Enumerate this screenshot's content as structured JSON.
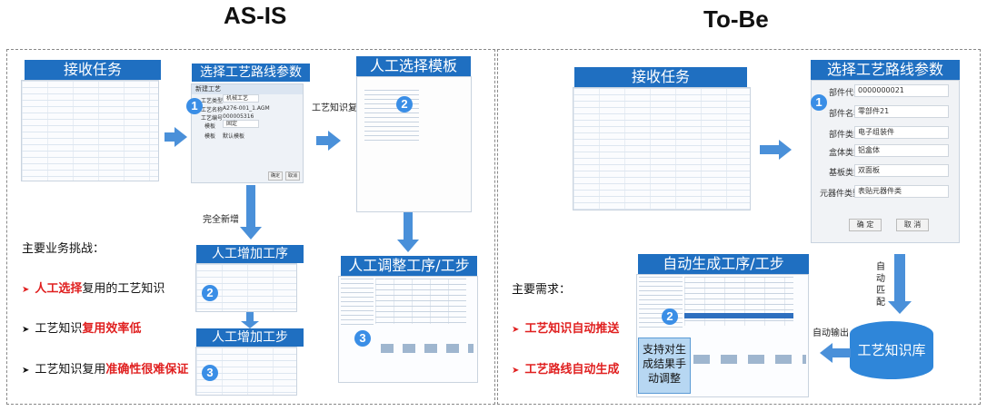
{
  "titles": {
    "left": "AS-IS",
    "right": "To-Be"
  },
  "left": {
    "receive_task": "接收任务",
    "select_params": "选择工艺路线参数",
    "select_params_window": "新建工艺",
    "select_params_fields": [
      {
        "label": "工艺类型",
        "value": "机械工艺"
      },
      {
        "label": "工艺名称",
        "value": "A276-001_1.AGM"
      },
      {
        "label": "工艺编号",
        "value": "000005316"
      },
      {
        "label": "模板",
        "value": "固定"
      },
      {
        "label": "模板",
        "value": "默认模板"
      }
    ],
    "select_params_buttons": [
      "确定",
      "取消"
    ],
    "manual_template": "人工选择模板",
    "reuse_label": "工艺知识复用",
    "new_label": "完全新增",
    "add_process": "人工增加工序",
    "add_step": "人工增加工步",
    "adjust": "人工调整工序/工步",
    "challenges_title": "主要业务挑战：",
    "challenges": [
      {
        "red": "人工选择",
        "rest": "复用的工艺知识"
      },
      {
        "pre": "工艺知识",
        "red": "复用效率低"
      },
      {
        "pre": "工艺知识复用",
        "red": "准确性很难保证"
      }
    ],
    "circles": [
      "1",
      "2",
      "3",
      "2",
      "3"
    ]
  },
  "right": {
    "receive_task": "接收任务",
    "select_params": "选择工艺路线参数",
    "fields": [
      {
        "label": "部件代号:",
        "value": "0000000021"
      },
      {
        "label": "部件名称:",
        "value": "零部件21"
      },
      {
        "label": "部件类型:",
        "value": "电子组装件"
      },
      {
        "label": "盒体类型:",
        "value": "铝盒体"
      },
      {
        "label": "基板类型:",
        "value": "双面板"
      },
      {
        "label": "元器件类型:",
        "value": "表贴元器件类"
      }
    ],
    "ok": "确  定",
    "cancel": "取  消",
    "auto_gen": "自动生成工序/工步",
    "auto_match": "自动匹配",
    "auto_output": "自动输出",
    "knowledge_base": "工艺知识库",
    "manual_adjust_note": "支持对生成结果手动调整",
    "needs_title": "主要需求：",
    "needs": [
      "工艺知识自动推送",
      "工艺路线自动生成"
    ],
    "circles": [
      "1",
      "2"
    ]
  }
}
